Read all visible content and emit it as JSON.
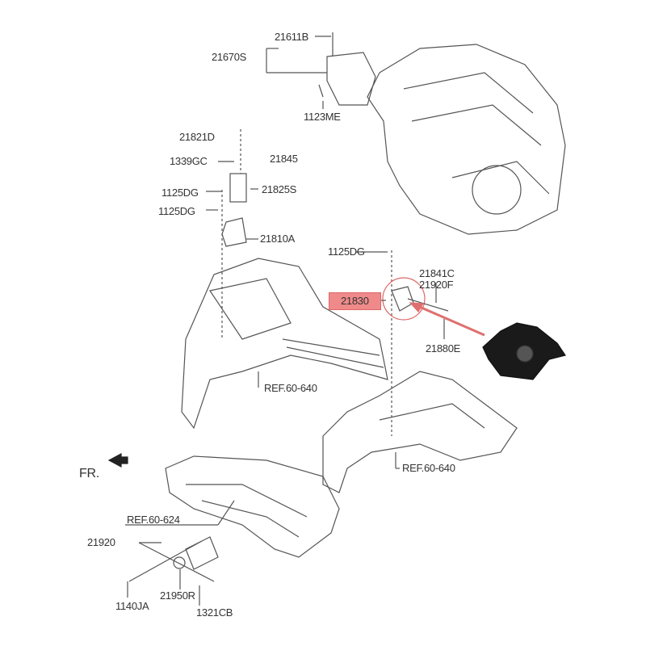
{
  "parts": {
    "p21611B": "21611B",
    "p21670S": "21670S",
    "p1123ME": "1123ME",
    "p21821D": "21821D",
    "p1339GC": "1339GC",
    "p21845": "21845",
    "p1125DG_a": "1125DG",
    "p21825S": "21825S",
    "p1125DG_b": "1125DG",
    "p21810A": "21810A",
    "p1125DG_c": "1125DG",
    "p21841C": "21841C",
    "p21920F": "21920F",
    "p21830": "21830",
    "p21880E": "21880E",
    "p21920": "21920",
    "p21950R": "21950R",
    "p1140JA": "1140JA",
    "p1321CB": "1321CB"
  },
  "refs": {
    "ref1": "REF.60-640",
    "ref2": "REF.60-640",
    "ref3": "REF.60-624"
  },
  "direction": "FR.",
  "colors": {
    "highlight": "#f08a8a",
    "arrow": "#e07070",
    "line": "#555555"
  }
}
